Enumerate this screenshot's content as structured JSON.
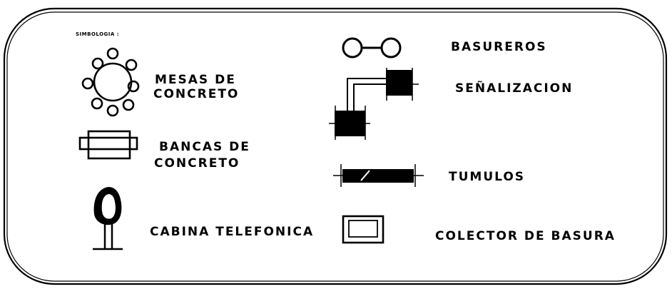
{
  "legend": {
    "title": "SIMBOLOGIA :",
    "items": {
      "mesas": "MESAS  DE",
      "mesas_line2": "CONCRETO",
      "bancas": "BANCAS DE",
      "bancas_line2": "CONCRETO",
      "cabina": "CABINA  TELEFONICA",
      "basureros": "BASUREROS",
      "senalizacion": "SEÑALIZACION",
      "tumulos": "TUMULOS",
      "colector": "COLECTOR DE BASURA"
    }
  }
}
